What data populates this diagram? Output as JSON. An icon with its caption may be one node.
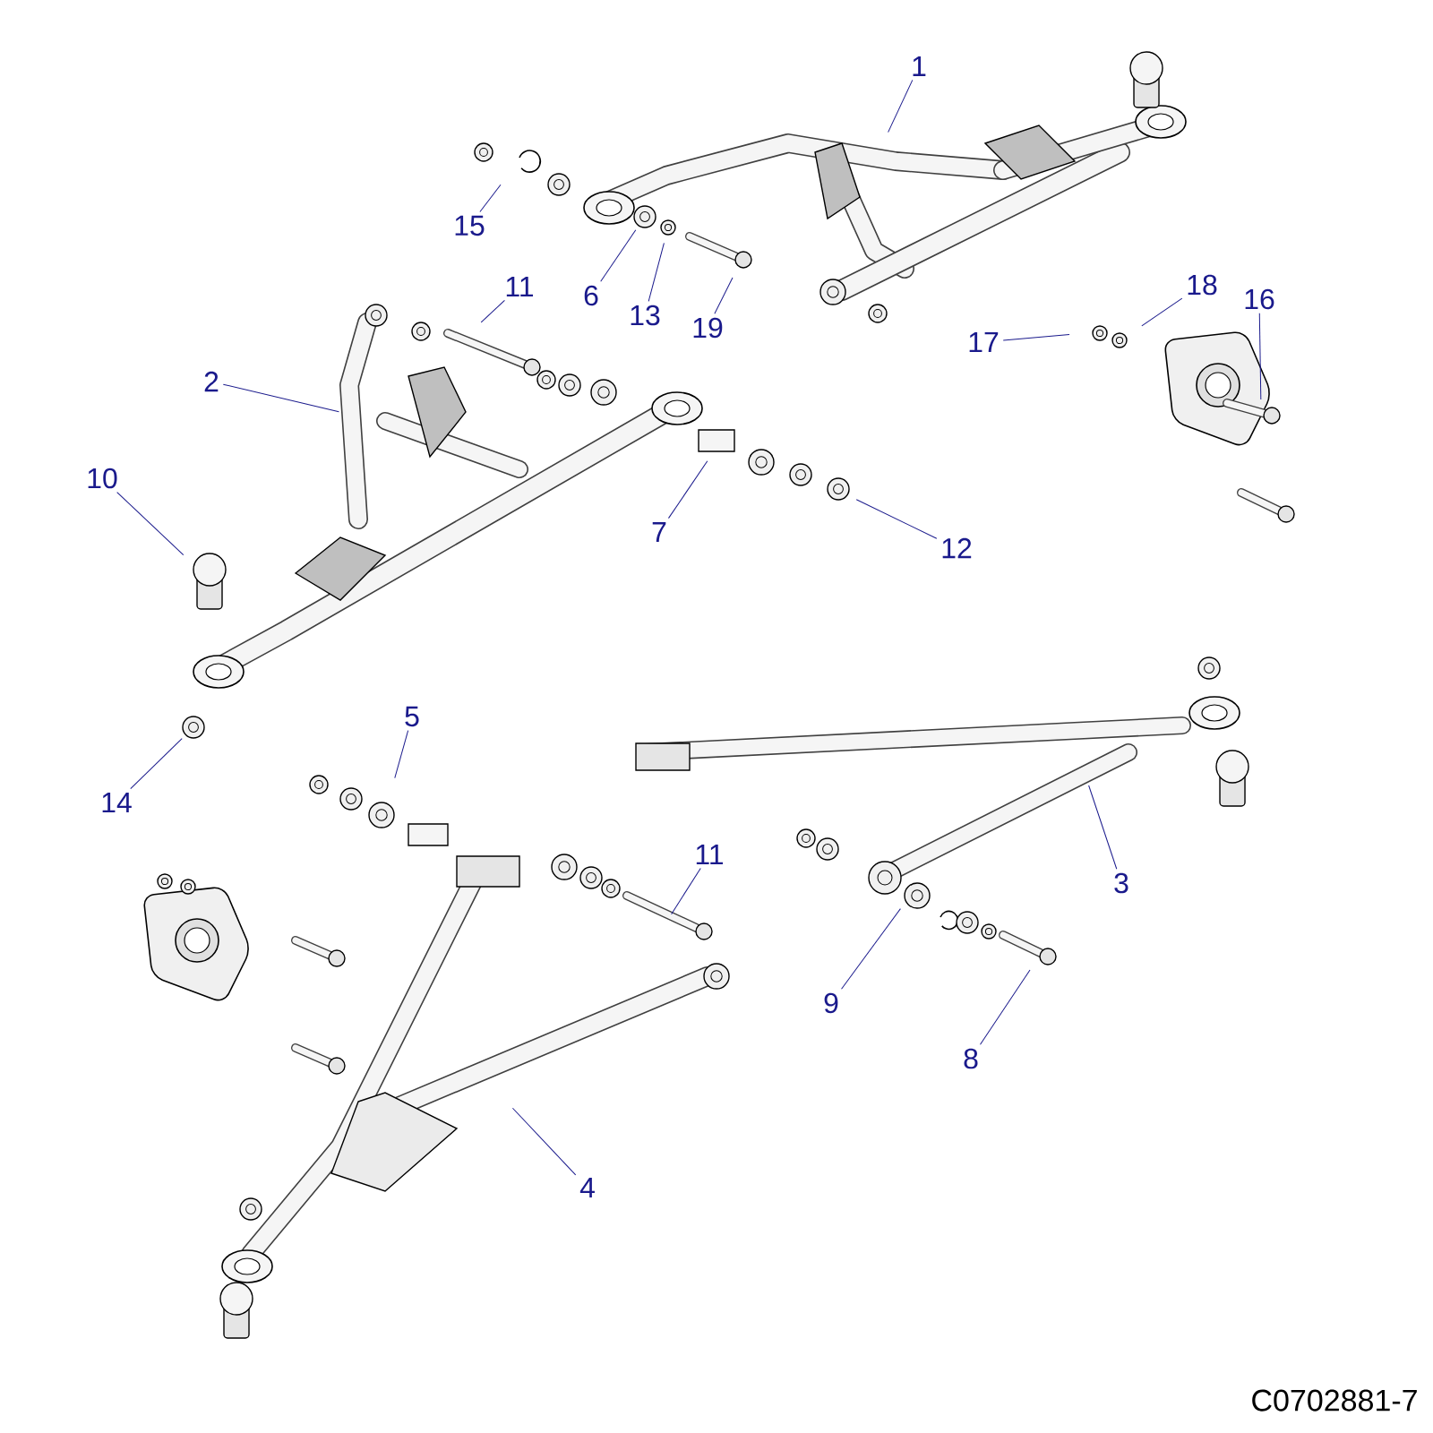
{
  "diagram": {
    "nodes": [
      {
        "text": [
          "1"
        ]
      },
      {
        "text": [
          "2"
        ]
      },
      {
        "text": [
          "3"
        ]
      },
      {
        "text": [
          "4"
        ]
      },
      {
        "text": [
          "5"
        ]
      },
      {
        "text": [
          "6"
        ]
      },
      {
        "text": [
          "7"
        ]
      },
      {
        "text": [
          "8"
        ]
      },
      {
        "text": [
          "9"
        ]
      },
      {
        "text": [
          "10"
        ]
      },
      {
        "text": [
          "11"
        ]
      },
      {
        "text": [
          "11"
        ]
      },
      {
        "text": [
          "12"
        ]
      },
      {
        "text": [
          "13"
        ]
      },
      {
        "text": [
          "14"
        ]
      },
      {
        "text": [
          "15"
        ]
      },
      {
        "text": [
          "16"
        ]
      },
      {
        "text": [
          "17"
        ]
      },
      {
        "text": [
          "18"
        ]
      },
      {
        "text": [
          "19"
        ]
      }
    ],
    "edges": [
      {
        "from": 0,
        "to": null,
        "arrow": "none"
      },
      {
        "from": 1,
        "to": null,
        "arrow": "none"
      },
      {
        "from": 2,
        "to": null,
        "arrow": "none"
      },
      {
        "from": 3,
        "to": null,
        "arrow": "none"
      },
      {
        "from": 4,
        "to": null,
        "arrow": "none"
      },
      {
        "from": 5,
        "to": null,
        "arrow": "none"
      },
      {
        "from": 6,
        "to": null,
        "arrow": "none"
      },
      {
        "from": 7,
        "to": null,
        "arrow": "none"
      },
      {
        "from": 8,
        "to": null,
        "arrow": "none"
      },
      {
        "from": 9,
        "to": null,
        "arrow": "none"
      },
      {
        "from": 10,
        "to": null,
        "arrow": "none"
      },
      {
        "from": 11,
        "to": null,
        "arrow": "none"
      },
      {
        "from": 12,
        "to": null,
        "arrow": "none"
      },
      {
        "from": 13,
        "to": null,
        "arrow": "none"
      },
      {
        "from": 14,
        "to": null,
        "arrow": "none"
      },
      {
        "from": 15,
        "to": null,
        "arrow": "none"
      },
      {
        "from": 16,
        "to": null,
        "arrow": "none"
      },
      {
        "from": 17,
        "to": null,
        "arrow": "none"
      },
      {
        "from": 18,
        "to": null,
        "arrow": "none"
      },
      {
        "from": 19,
        "to": null,
        "arrow": "none"
      }
    ],
    "labels": [
      "C0702881-7"
    ]
  }
}
